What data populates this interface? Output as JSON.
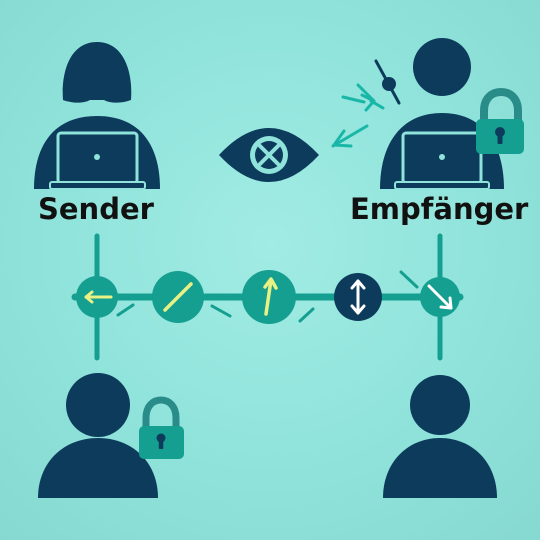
{
  "labels": {
    "sender": "Sender",
    "receiver": "Empfänger"
  },
  "colors": {
    "background": "#8fe3db",
    "navy": "#0d3b5c",
    "teal": "#149f90",
    "arrow_teal": "#19b7a7",
    "yellow": "#e8f184",
    "lock_shackle": "#2a8c89",
    "text": "#111111"
  },
  "icons": [
    "sender-person-icon",
    "receiver-person-icon",
    "receiver-lock-icon",
    "observer-eye-icon",
    "interception-arrows-icon",
    "bottom-left-person-icon",
    "bottom-left-lock-icon",
    "bottom-right-person-icon",
    "laptop-icon"
  ],
  "channel": {
    "states": [
      "arrow-left",
      "diagonal-slash",
      "arrow-up",
      "double-arrow-vertical",
      "arrow-down-right"
    ]
  }
}
